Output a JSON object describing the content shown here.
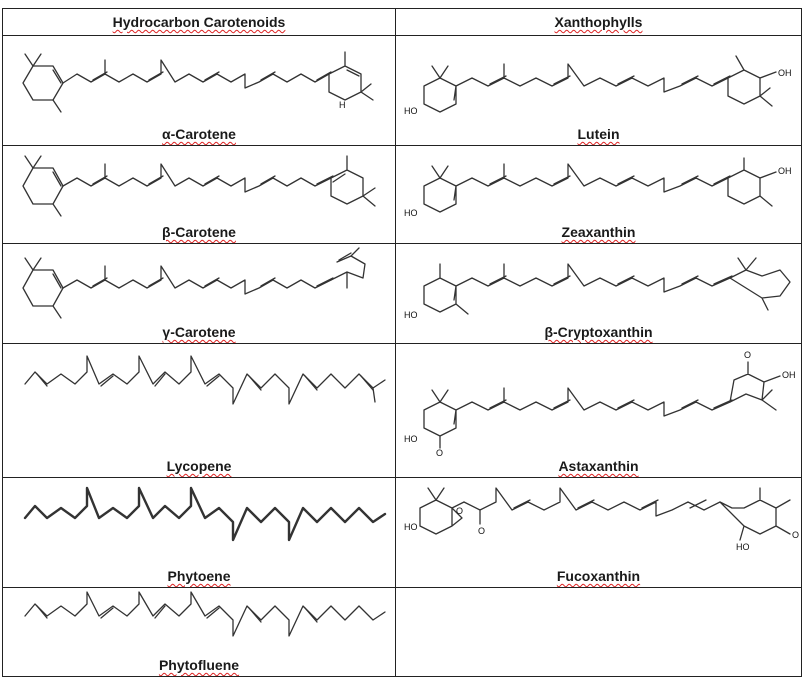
{
  "table": {
    "headers": [
      "Hydrocarbon Carotenoids",
      "Xanthophylls"
    ],
    "hydrocarbon": [
      "α-Carotene",
      "β-Carotene",
      "γ-Carotene",
      "Lycopene",
      "Phytoene",
      "Phytofluene"
    ],
    "xanthophylls": [
      "Lutein",
      "Zeaxanthin",
      "β-Cryptoxanthin",
      "Astaxanthin",
      "Fucoxanthin"
    ]
  },
  "atom_labels": {
    "hydroxyl": "OH",
    "hydroxyl_left": "HO",
    "hydrogen": "H",
    "oxygen": "O"
  }
}
